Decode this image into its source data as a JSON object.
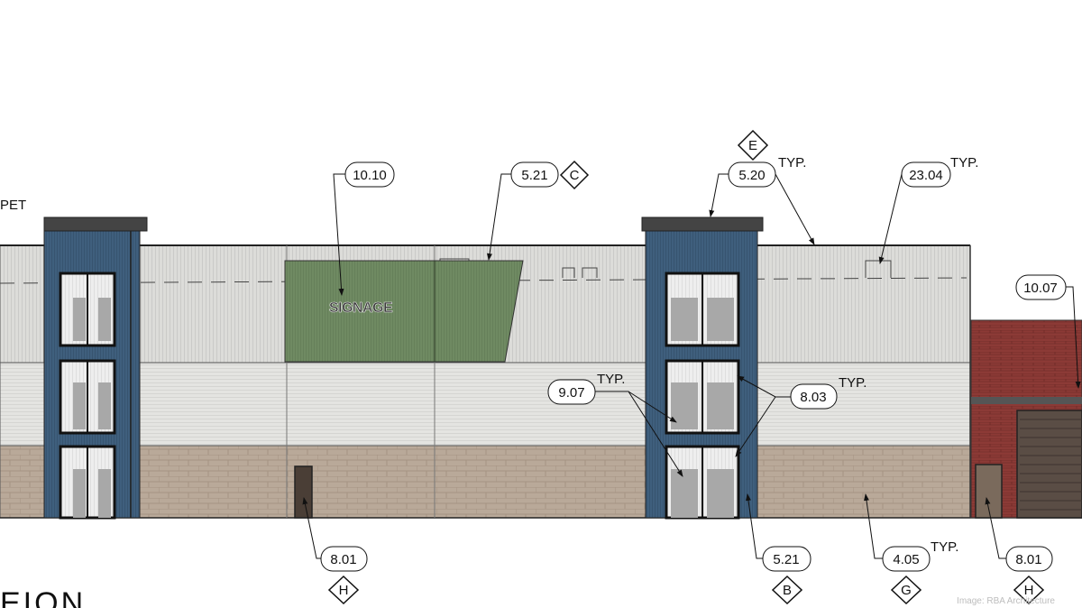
{
  "left_label": "PET",
  "view_title": "EION",
  "image_credit": "Image: RBA Architecture",
  "signage_text": "SIGNAGE",
  "typ_label": "TYP.",
  "callouts": {
    "c1010": "10.10",
    "c521_top": "5.21",
    "c520": "5.20",
    "c2304": "23.04",
    "c1007": "10.07",
    "c907": "9.07",
    "c803": "8.03",
    "c801_left": "8.01",
    "c521_bottom": "5.21",
    "c405": "4.05",
    "c801_right": "8.01"
  },
  "keys": {
    "c": "C",
    "e": "E",
    "h_left": "H",
    "b": "B",
    "g": "G",
    "h_right": "H"
  },
  "colors": {
    "metal_panel": "#d9d9d6",
    "metal_panel_light": "#e7e7e4",
    "stone_base": "#b8a898",
    "stair_tower": "#3f5f7d",
    "signage_panel": "#6f8a62",
    "brick_building": "#8c3a36",
    "coping": "#444444"
  }
}
